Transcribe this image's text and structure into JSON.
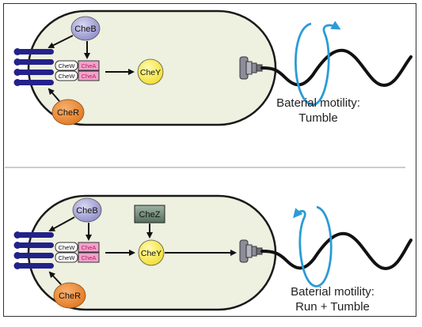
{
  "panels": [
    {
      "id": "top",
      "proteins": {
        "cheb": "CheB",
        "cher": "CheR",
        "chew_1": "CheW",
        "chew_2": "CheW",
        "chea_1": "CheA",
        "chea_2": "CheA",
        "chey": "CheY"
      },
      "caption_line1": "Baterial motility:",
      "caption_line2": "Tumble",
      "rotation": "counterclockwise"
    },
    {
      "id": "bottom",
      "proteins": {
        "cheb": "CheB",
        "cher": "CheR",
        "chez": "CheZ",
        "chew_1": "CheW",
        "chew_2": "CheW",
        "chea_1": "CheA",
        "chea_2": "CheA",
        "chey": "CheY"
      },
      "caption_line1": "Baterial motility:",
      "caption_line2": "Run + Tumble",
      "rotation": "clockwise"
    }
  ],
  "colors": {
    "cell_fill": "#eef0e0",
    "cell_stroke": "#1a1a1a",
    "cheb": "#a9a7d8",
    "cher": "#ee8a30",
    "chey": "#fff04a",
    "chez": "#6f8a76",
    "chea": "#f0a3cd",
    "receptor": "#22228a",
    "rotation_arrow": "#2b9bd6",
    "flagellum": "#111111",
    "motor": "#8c8c9a",
    "divider": "#9a9a9a"
  }
}
